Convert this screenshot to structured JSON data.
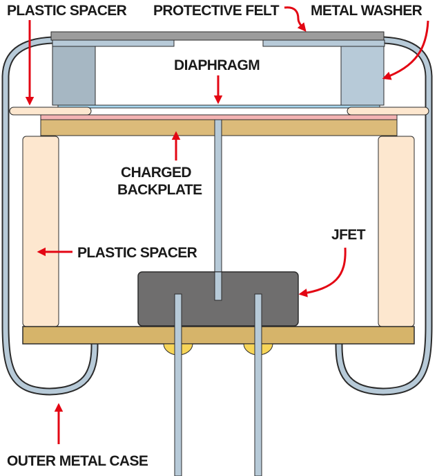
{
  "title": "Electret microphone capsule cross-section",
  "labels": {
    "plastic_spacer_top": "PLASTIC SPACER",
    "protective_felt": "PROTECTIVE FELT",
    "metal_washer": "METAL WASHER",
    "diaphragm": "DIAPHRAGM",
    "charged_backplate_line1": "CHARGED",
    "charged_backplate_line2": "BACKPLATE",
    "plastic_spacer_side": "PLASTIC SPACER",
    "jfet": "JFET",
    "outer_metal_case": "OUTER METAL CASE"
  },
  "colors": {
    "arrow": "#e30613",
    "case": "#b7cad8",
    "felt": "#9c9c9c",
    "washer": "#a6b7c3",
    "washer_right": "#b7cad8",
    "diaphragm": "#a9d8f0",
    "spacer": "#fde7cf",
    "electret": "#f3b3b3",
    "backplate": "#dcbb7a",
    "pcb": "#d6b46a",
    "jfet": "#6f6e6e",
    "solder": "#f7d558",
    "outline": "#2b2b2b"
  }
}
